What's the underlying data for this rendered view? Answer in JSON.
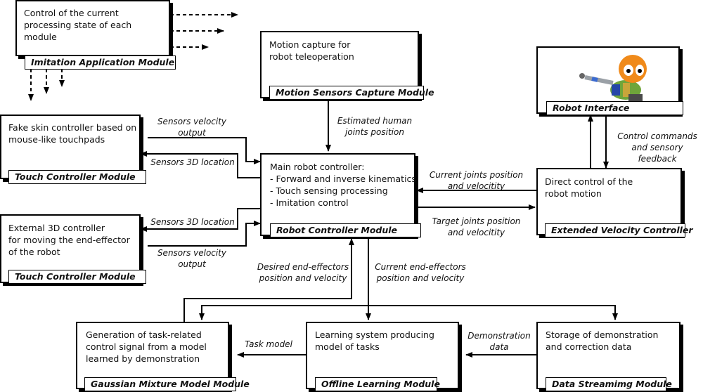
{
  "modules": {
    "imitation": {
      "desc": "Control of the current\nprocessing state of each\nmodule",
      "name": "Imitation Application Module"
    },
    "motion": {
      "desc": "Motion capture for\nrobot teleoperation",
      "name": "Motion Sensors Capture Module"
    },
    "robot_interface": {
      "name": "Robot Interface"
    },
    "touch1": {
      "desc": "Fake skin controller based on\nmouse-like touchpads",
      "name": "Touch Controller Module"
    },
    "touch2": {
      "desc": "External 3D controller\nfor moving the end-effector\nof the robot",
      "name": "Touch Controller Module"
    },
    "main": {
      "desc": "Main robot controller:\n- Forward and inverse kinematics\n- Touch sensing processing\n- Imitation control",
      "name": "Robot Controller Module"
    },
    "velocity": {
      "desc": "Direct control of the\nrobot motion",
      "name": "Extended Velocity Controller"
    },
    "gmm": {
      "desc": "Generation of task-related\ncontrol signal from a model\nlearned by demonstration",
      "name": "Gaussian Mixture Model Module"
    },
    "offline": {
      "desc": "Learning system producing\nmodel of tasks",
      "name": "Offline Learning Module"
    },
    "streaming": {
      "desc": "Storage of demonstration\nand correction data",
      "name": "Data Streamimg Module"
    }
  },
  "labels": {
    "estimated": "Estimated human\njoints position",
    "control_cmd": "Control commands\nand sensory feedback",
    "sens_vel_1": "Sensors velocity\noutput",
    "sens_3d_1": "Sensors 3D location",
    "sens_3d_2": "Sensors 3D location",
    "sens_vel_2": "Sensors velocity\noutput",
    "cur_joints": "Current joints position\nand velocitity",
    "tgt_joints": "Target joints position\nand velocitity",
    "desired_ee": "Desired end-effectors\nposition and velocity",
    "current_ee": "Current end-effectors\nposition and velocity",
    "task_model": "Task model",
    "demo_data": "Demonstration\ndata"
  }
}
